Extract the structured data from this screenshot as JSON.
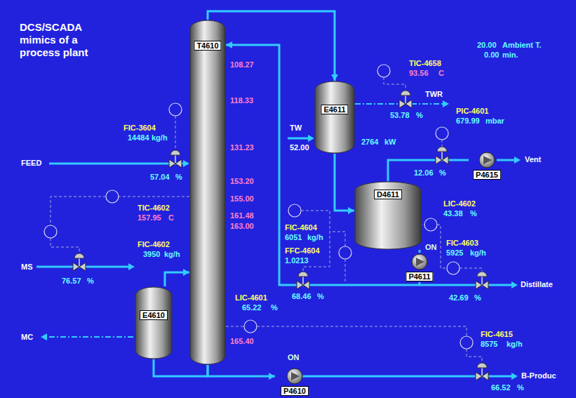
{
  "diagram": {
    "title": "DCS/SCADA mimics of a process plant",
    "nodes": [
      {
        "text": [
          "T4610"
        ]
      },
      {
        "text": [
          "E4611"
        ]
      },
      {
        "text": [
          "D4611"
        ]
      },
      {
        "text": [
          "E4610"
        ]
      },
      {
        "text": [
          "P4611"
        ]
      },
      {
        "text": [
          "P4610"
        ]
      },
      {
        "text": [
          "P4615"
        ]
      }
    ],
    "edges": [
      {
        "from": 0,
        "to": 1,
        "arrow": "to"
      },
      {
        "from": 1,
        "to": 2,
        "arrow": "to"
      },
      {
        "from": 2,
        "to": 4,
        "arrow": "none"
      },
      {
        "from": 4,
        "to": 0,
        "arrow": "to"
      },
      {
        "from": 3,
        "to": 0,
        "arrow": "to"
      },
      {
        "from": 0,
        "to": 5,
        "arrow": "to"
      },
      {
        "from": 0,
        "to": 3,
        "arrow": "none"
      },
      {
        "from": 2,
        "to": 6,
        "arrow": "none"
      }
    ],
    "labels": [
      "108.27",
      "118.33",
      "131.23",
      "153.20",
      "155.00",
      "161.48",
      "163.00",
      "165.40",
      "FEED",
      "FIC-3604",
      "14484",
      "kg/h",
      "57.04",
      "%",
      "TIC-4602",
      "157.95",
      "C",
      "MS",
      "76.57",
      "%",
      "FIC-4602",
      "3950",
      "kg/h",
      "MC",
      "LIC-4601",
      "65.22",
      "%",
      "TW",
      "52.00",
      "2764",
      "kW",
      "TIC-4658",
      "93.56",
      "C",
      "53.78",
      "%",
      "TWR",
      "20.00",
      "Ambient T.",
      "0.00",
      "min.",
      "PIC-4601",
      "679.99",
      "mbar",
      "12.06",
      "%",
      "Vent",
      "LIC-4602",
      "43.38",
      "%",
      "FIC-4604",
      "6051",
      "kg/h",
      "FFC-4604",
      "1.0213",
      "FIC-4603",
      "5925",
      "kg/h",
      "68.46",
      "%",
      "ON",
      "42.69",
      "%",
      "Distillate",
      "FIC-4615",
      "8575",
      "kg/h",
      "66.52",
      "%",
      "ON",
      "B-Produc"
    ]
  }
}
